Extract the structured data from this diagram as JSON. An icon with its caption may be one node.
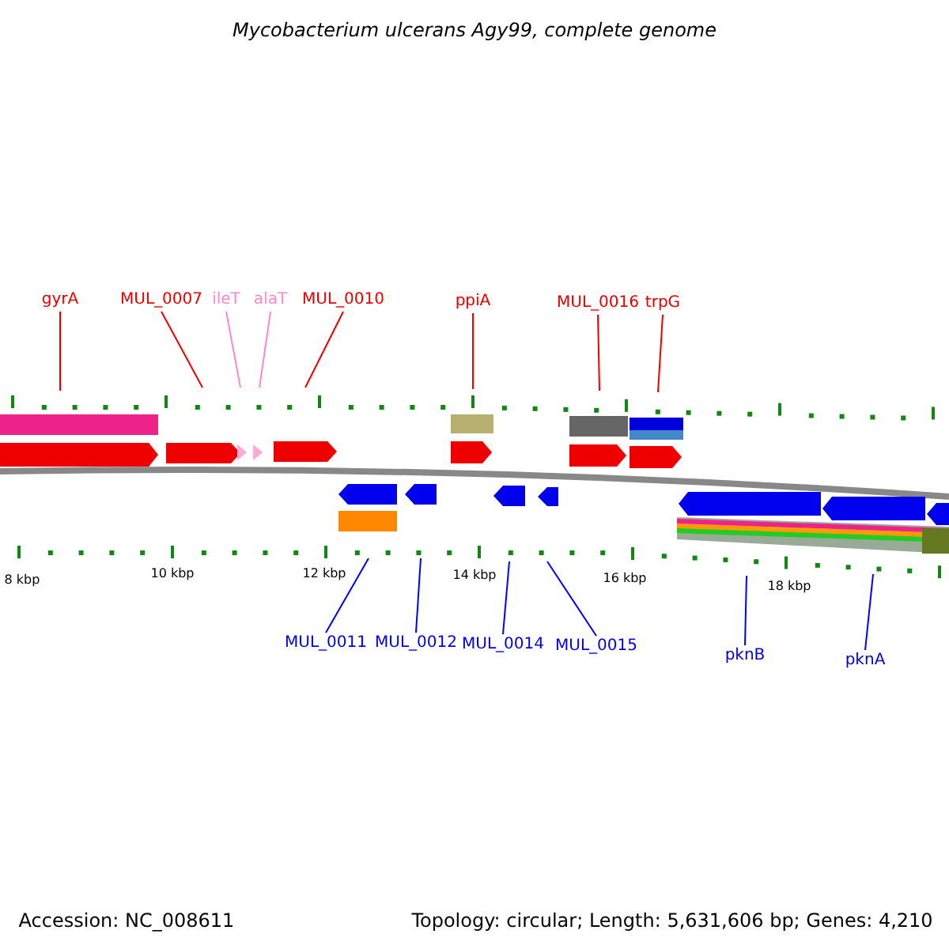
{
  "diagram": {
    "title": "Mycobacterium ulcerans Agy99, complete genome",
    "nodes": [
      {
        "text": [
          "gyrA"
        ]
      },
      {
        "text": [
          "MUL_0007"
        ]
      },
      {
        "text": [
          "ileT"
        ]
      },
      {
        "text": [
          "alaT"
        ]
      },
      {
        "text": [
          "MUL_0010"
        ]
      },
      {
        "text": [
          "ppiA"
        ]
      },
      {
        "text": [
          "MUL_0016"
        ]
      },
      {
        "text": [
          "trpG"
        ]
      },
      {
        "text": [
          "MUL_0011"
        ]
      },
      {
        "text": [
          "MUL_0012"
        ]
      },
      {
        "text": [
          "MUL_0014"
        ]
      },
      {
        "text": [
          "MUL_0015"
        ]
      },
      {
        "text": [
          "pknB"
        ]
      },
      {
        "text": [
          "pknA"
        ]
      }
    ],
    "edges": [
      {
        "from": 0,
        "to": null,
        "arrow": "none"
      },
      {
        "from": 1,
        "to": null,
        "arrow": "none"
      },
      {
        "from": 2,
        "to": null,
        "arrow": "none",
        "color": "#ff88cc"
      },
      {
        "from": 3,
        "to": null,
        "arrow": "none",
        "color": "#ff88cc"
      },
      {
        "from": 4,
        "to": null,
        "arrow": "none"
      },
      {
        "from": 5,
        "to": null,
        "arrow": "none"
      },
      {
        "from": 6,
        "to": null,
        "arrow": "none"
      },
      {
        "from": 7,
        "to": null,
        "arrow": "none"
      },
      {
        "from": 8,
        "to": null,
        "arrow": "none",
        "color": "#0000ff"
      },
      {
        "from": 9,
        "to": null,
        "arrow": "none",
        "color": "#0000ff"
      },
      {
        "from": 10,
        "to": null,
        "arrow": "none",
        "color": "#0000ff"
      },
      {
        "from": 11,
        "to": null,
        "arrow": "none",
        "color": "#0000ff"
      },
      {
        "from": 12,
        "to": null,
        "arrow": "none",
        "color": "#0000ff"
      },
      {
        "from": 13,
        "to": null,
        "arrow": "none",
        "color": "#0000ff"
      }
    ],
    "labels": [
      "8 kbp",
      "10 kbp",
      "12 kbp",
      "14 kbp",
      "16 kbp",
      "18 kbp",
      "Accession: NC_008611",
      "Topology: circular; Length: 5,631,606 bp; Genes: 4,210"
    ]
  }
}
